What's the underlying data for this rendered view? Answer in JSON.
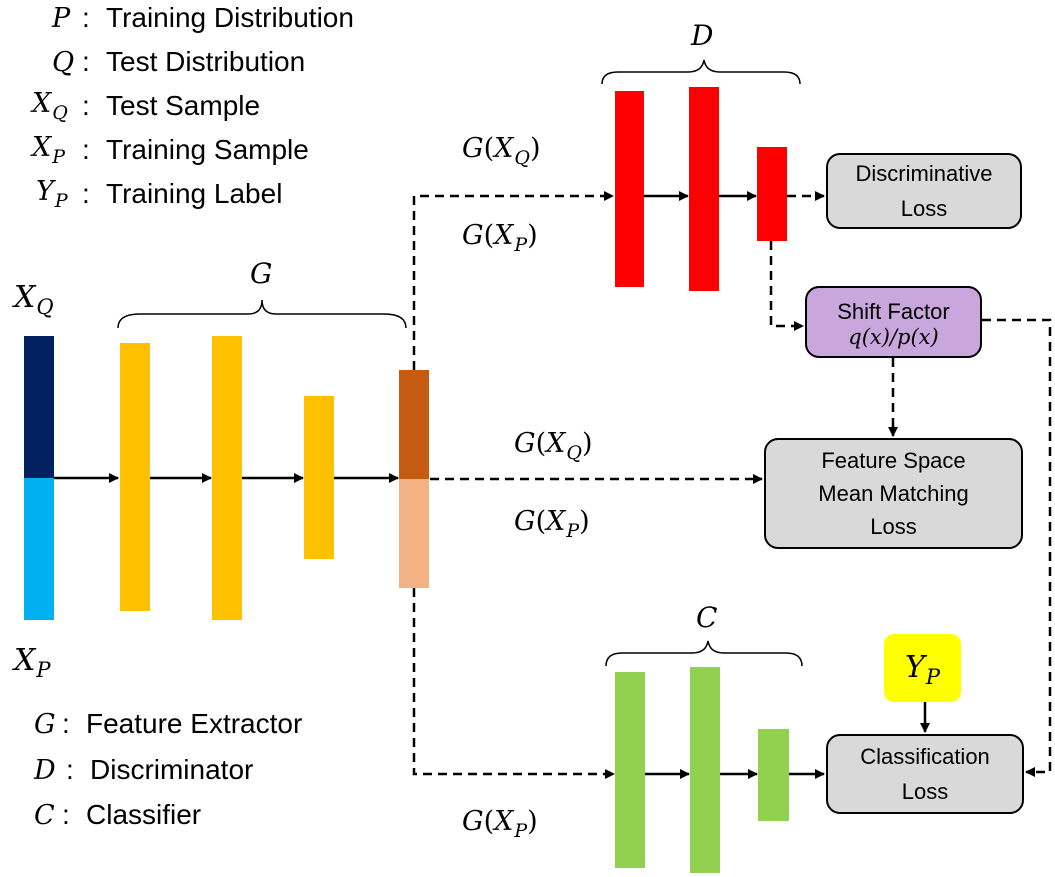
{
  "legend_top": [
    {
      "sym": "P",
      "sub": "",
      "desc": "Training Distribution"
    },
    {
      "sym": "Q",
      "sub": "",
      "desc": "Test Distribution"
    },
    {
      "sym": "X",
      "sub": "Q",
      "desc": "Test Sample"
    },
    {
      "sym": "X",
      "sub": "P",
      "desc": "Training Sample"
    },
    {
      "sym": "Y",
      "sub": "P",
      "desc": "Training Label"
    }
  ],
  "legend_bottom": [
    {
      "sym": "G",
      "desc": "Feature Extractor"
    },
    {
      "sym": "D",
      "desc": "Discriminator"
    },
    {
      "sym": "C",
      "desc": "Classifier"
    }
  ],
  "input_labels": {
    "top_sym": "X",
    "top_sub": "Q",
    "bottom_sym": "X",
    "bottom_sub": "P"
  },
  "network_labels": {
    "g": "G",
    "d": "D",
    "c": "C"
  },
  "feature_labels": {
    "func": "G",
    "q_sub": "Q",
    "p_sub": "P"
  },
  "boxes": {
    "discriminative": {
      "line1": "Discriminative",
      "line2": "Loss"
    },
    "shift": {
      "line1": "Shift Factor",
      "formula": "q(x)/p(x)"
    },
    "mean_matching": {
      "line1": "Feature Space",
      "line2": "Mean Matching",
      "line3": "Loss"
    },
    "label": {
      "sym": "Y",
      "sub": "P"
    },
    "classification": {
      "line1": "Classification",
      "line2": "Loss"
    }
  },
  "colors": {
    "input_q": "#002060",
    "input_p": "#00b0f0",
    "feature_extractor": "#ffc000",
    "feature_q": "#c55a11",
    "feature_p": "#f4b183",
    "discriminator": "#ff0000",
    "classifier": "#92d050",
    "loss_box": "#d9d9d9",
    "shift_box": "#c9a6dc",
    "label_box": "#ffff00"
  }
}
